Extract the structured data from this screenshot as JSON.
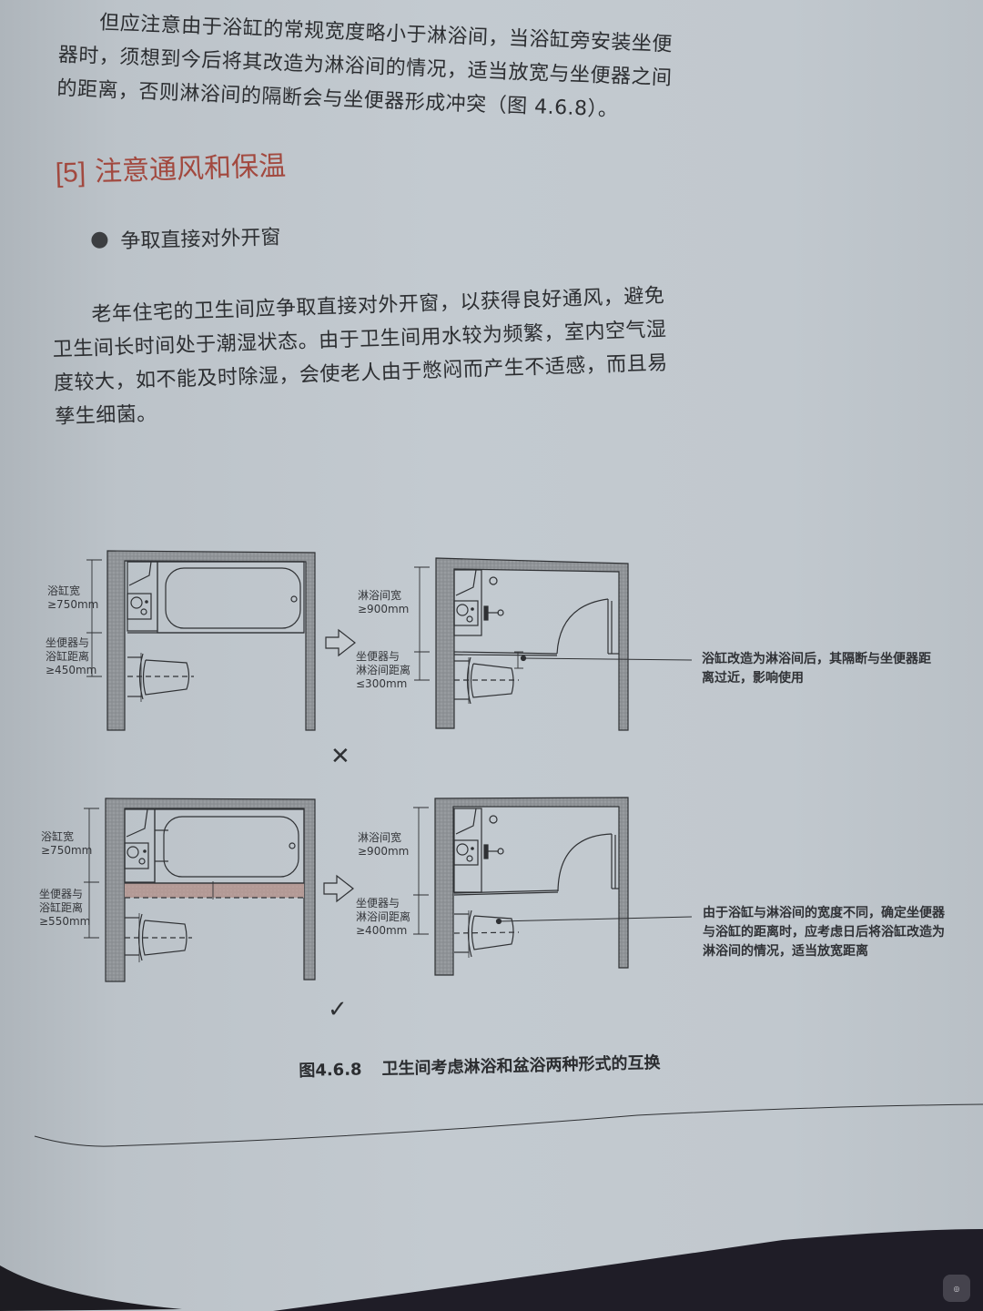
{
  "document": {
    "paragraph_intro": {
      "lines": [
        "但应注意由于浴缸的常规宽度略小于淋浴间，当浴缸旁安装坐便",
        "器时，须想到今后将其改造为淋浴间的情况，适当放宽与坐便器之间",
        "的距离，否则淋浴间的隔断会与坐便器形成冲突（图 4.6.8）。"
      ]
    },
    "section": {
      "number": "[5]",
      "title": "注意通风和保温"
    },
    "subsection": {
      "title": "争取直接对外开窗"
    },
    "paragraph_main": {
      "lines": [
        "老年住宅的卫生间应争取直接对外开窗，以获得良好通风，避免",
        "卫生间长时间处于潮湿状态。由于卫生间用水较为频繁，室内空气湿",
        "度较大，如不能及时除湿，会使老人由于憋闷而产生不适感，而且易",
        "孳生细菌。"
      ]
    },
    "figure": {
      "number": "图4.6.8",
      "caption": "卫生间考虑淋浴和盆浴两种形式的互换",
      "top_row": {
        "verdict": "✕",
        "verdict_meaning": "incorrect",
        "bathtub_plan": {
          "dim1_label": "浴缸宽",
          "dim1_value": "≥750mm",
          "dim2_label_line1": "坐便器与",
          "dim2_label_line2": "浴缸距离",
          "dim2_value": "≥450mm"
        },
        "shower_plan": {
          "dim1_label": "淋浴间宽",
          "dim1_value": "≥900mm",
          "dim2_label_line1": "坐便器与",
          "dim2_label_line2": "淋浴间距离",
          "dim2_value": "≤300mm"
        },
        "callout_lines": [
          "浴缸改造为淋浴间后，其隔断与坐便器距",
          "离过近，影响使用"
        ]
      },
      "bottom_row": {
        "verdict": "✓",
        "verdict_meaning": "correct",
        "bathtub_plan": {
          "dim1_label": "浴缸宽",
          "dim1_value": "≥750mm",
          "dim2_label_line1": "坐便器与",
          "dim2_label_line2": "浴缸距离",
          "dim2_value": "≥550mm"
        },
        "shower_plan": {
          "dim1_label": "淋浴间宽",
          "dim1_value": "≥900mm",
          "dim2_label_line1": "坐便器与",
          "dim2_label_line2": "淋浴间距离",
          "dim2_value": "≥400mm"
        },
        "callout_lines": [
          "由于浴缸与淋浴间的宽度不同，确定坐便器",
          "与浴缸的距离时，应考虑日后将浴缸改造为",
          "淋浴间的情况，适当放宽距离"
        ]
      },
      "arrow_symbol": "⇨"
    },
    "colors": {
      "paper": "#c2c9cf",
      "heading_red": "#a2493f",
      "text": "#2c2e31",
      "wall_hatch": "#8e9296",
      "highlight_band": "#b49a96"
    }
  }
}
